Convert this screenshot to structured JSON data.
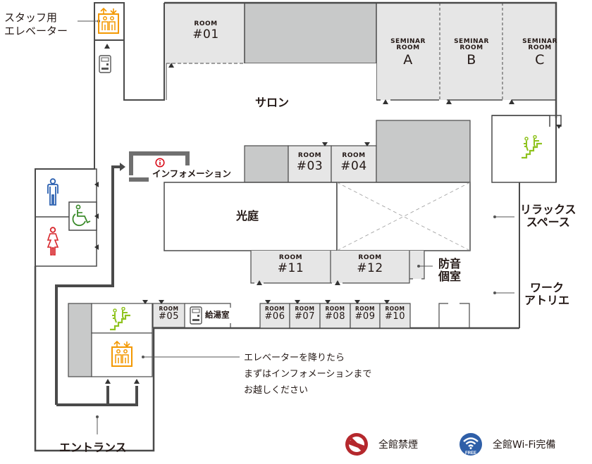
{
  "map": {
    "areas": {
      "salon": "サロン",
      "courtyard": "光庭",
      "information": "インフォメーション",
      "relax_space": [
        "リラックス",
        "スペース"
      ],
      "work_atelier": [
        "ワーク",
        "アトリエ"
      ],
      "soundproof_booth": [
        "防音",
        "個室"
      ],
      "kitchenette": "給湯室",
      "entrance": "エントランス",
      "staff_elevator": [
        "スタッフ用",
        "エレベーター"
      ]
    },
    "rooms": [
      {
        "id": "01",
        "small": "ROOM",
        "big": "#01"
      },
      {
        "id": "03",
        "small": "ROOM",
        "big": "#03"
      },
      {
        "id": "04",
        "small": "ROOM",
        "big": "#04"
      },
      {
        "id": "05",
        "small": "ROOM",
        "big": "#05"
      },
      {
        "id": "06",
        "small": "ROOM",
        "big": "#06"
      },
      {
        "id": "07",
        "small": "ROOM",
        "big": "#07"
      },
      {
        "id": "08",
        "small": "ROOM",
        "big": "#08"
      },
      {
        "id": "09",
        "small": "ROOM",
        "big": "#09"
      },
      {
        "id": "10",
        "small": "ROOM",
        "big": "#10"
      },
      {
        "id": "11",
        "small": "ROOM",
        "big": "#11"
      },
      {
        "id": "12",
        "small": "ROOM",
        "big": "#12"
      }
    ],
    "seminar_rooms": [
      {
        "l1": "SEMINAR",
        "l2": "ROOM",
        "big": "A"
      },
      {
        "l1": "SEMINAR",
        "l2": "ROOM",
        "big": "B"
      },
      {
        "l1": "SEMINAR",
        "l2": "ROOM",
        "big": "C"
      }
    ],
    "elevator_note": [
      "エレベーターを降りたら",
      "まずはインフォメーションまで",
      "お越しください"
    ],
    "icons": {
      "elevator": "elevator-icon",
      "stairs": "stairs-icon",
      "vending": "vending-machine-icon",
      "info": "info-icon",
      "restroom_men": "men-restroom-icon",
      "restroom_women": "women-restroom-icon",
      "restroom_accessible": "wheelchair-icon"
    },
    "colors": {
      "wall": "#4a4a4a",
      "room_fill": "#e6e6e6",
      "dark_fill": "#c8c9c9",
      "elevator_orange": "#f39800",
      "stairs_green": "#8fc31f",
      "men_blue": "#2b60b0",
      "women_red": "#d7262b",
      "accessible_green": "#3a8a2a",
      "info_red": "#d7000f",
      "no_smoking_red": "#b5282d",
      "wifi_blue": "#2f5fa8"
    }
  },
  "legend": {
    "no_smoking": "全館禁煙",
    "wifi": "全館Wi-Fi完備",
    "wifi_badge": "FREE"
  }
}
